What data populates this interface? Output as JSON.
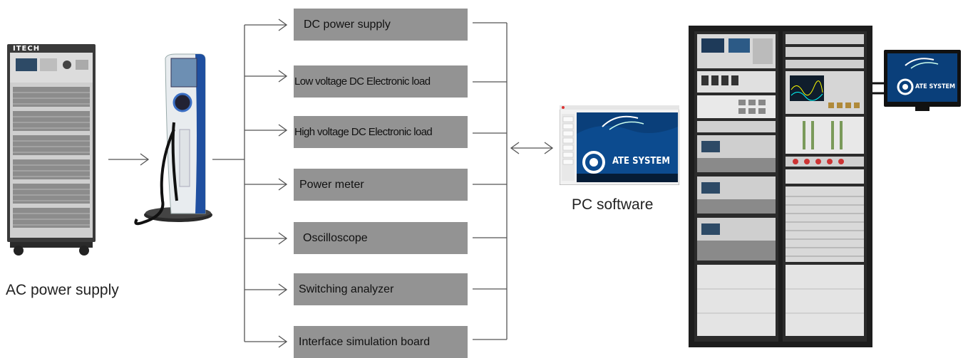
{
  "ac_supply": {
    "caption": "AC power supply",
    "brand": "ITECH"
  },
  "pc": {
    "caption": "PC software",
    "screen_text": "ATE SYSTEM"
  },
  "monitor": {
    "screen_text": "ATE SYSTEM"
  },
  "instruments": [
    {
      "label": "DC power supply"
    },
    {
      "label": "Low voltage DC Electronic load"
    },
    {
      "label": "High voltage DC Electronic load"
    },
    {
      "label": "Power meter"
    },
    {
      "label": "Oscilloscope"
    },
    {
      "label": "Switching analyzer"
    },
    {
      "label": "Interface simulation board"
    }
  ],
  "colors": {
    "box": "#939393",
    "line": "#555555",
    "rack": "#222222",
    "screen_blue": "#0a3f7a"
  }
}
